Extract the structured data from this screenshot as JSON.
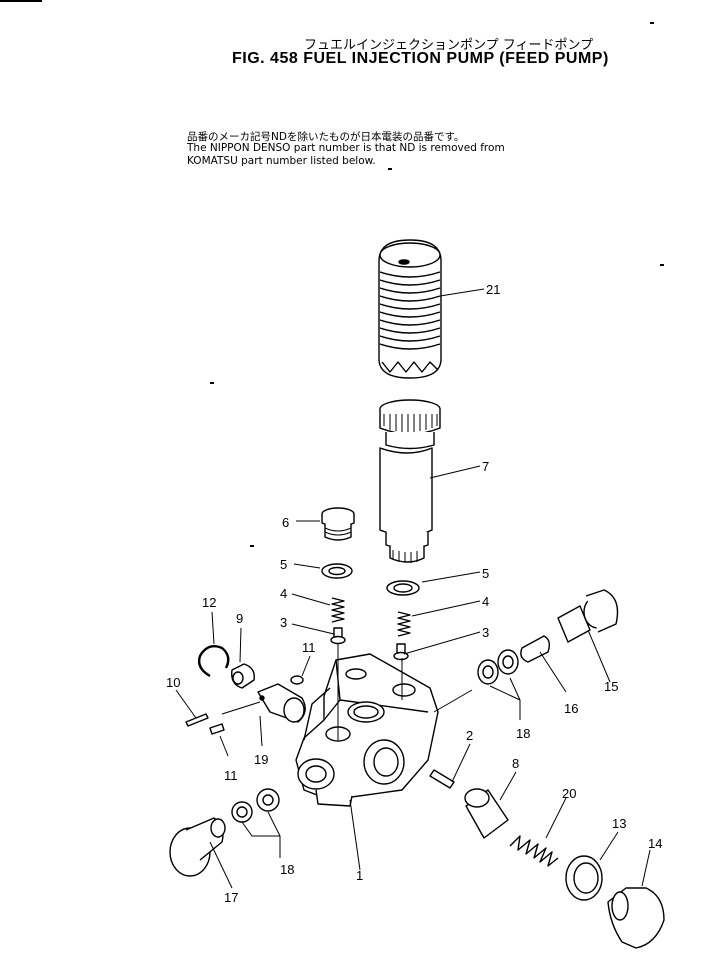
{
  "header": {
    "title_jp": "フュエルインジェクションポンプ フィードポンプ",
    "title_main": "FIG. 458  FUEL INJECTION PUMP (FEED PUMP)"
  },
  "notes": {
    "line1": "品番のメーカ記号NDを除いたものが日本電装の品番です。",
    "line2": "The NIPPON DENSO part number is that ND is removed from",
    "line3": "KOMATSU part number listed below."
  },
  "callouts": {
    "c21": "21",
    "c7": "7",
    "c6": "6",
    "c5a": "5",
    "c5b": "5",
    "c4a": "4",
    "c4b": "4",
    "c3a": "3",
    "c3b": "3",
    "c12": "12",
    "c9": "9",
    "c11a": "11",
    "c11b": "11",
    "c10": "10",
    "c19": "19",
    "c2": "2",
    "c8": "8",
    "c20": "20",
    "c13": "13",
    "c14": "14",
    "c15": "15",
    "c16": "16",
    "c18a": "18",
    "c18b": "18",
    "c17": "17",
    "c1": "1"
  }
}
